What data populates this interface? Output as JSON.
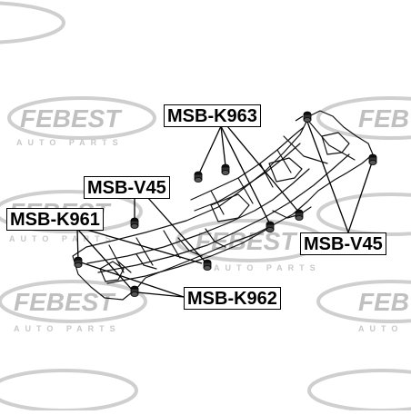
{
  "watermark": {
    "brand": "FEBEST",
    "tagline": "A U T O   P A R T S"
  },
  "labels": {
    "k963": "MSB-K963",
    "v45_left": "MSB-V45",
    "k961": "MSB-K961",
    "v45_right": "MSB-V45",
    "k962": "MSB-K962"
  },
  "colors": {
    "watermark": "#c8c8c8",
    "frame": "#000000",
    "label_border": "#000000"
  }
}
